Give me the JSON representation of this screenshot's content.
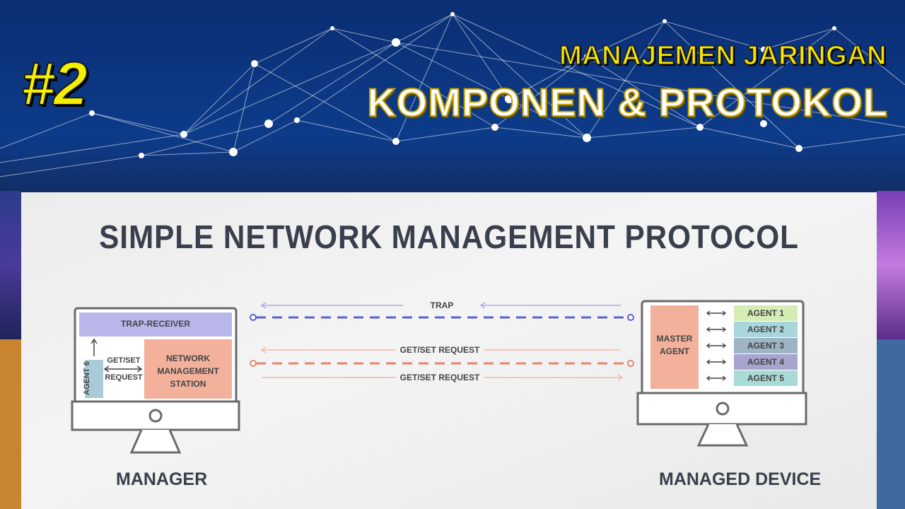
{
  "header": {
    "episode_badge": "#2",
    "title_line1": "MANAJEMEN JARINGAN",
    "title_line2": "KOMPONEN & PROTOKOL"
  },
  "diagram": {
    "title": "SIMPLE NETWORK MANAGEMENT PROTOCOL",
    "manager": {
      "label": "MANAGER",
      "trap_receiver": "TRAP-RECEIVER",
      "agent": "AGENT 6",
      "get_set_line1": "GET/SET",
      "get_set_line2": "REQUEST",
      "nms_line1": "NETWORK",
      "nms_line2": "MANAGEMENT",
      "nms_line3": "STATION"
    },
    "managed_device": {
      "label": "MANAGED DEVICE",
      "master_line1": "MASTER",
      "master_line2": "AGENT",
      "agents": [
        "AGENT 1",
        "AGENT 2",
        "AGENT 3",
        "AGENT 4",
        "AGENT 5"
      ]
    },
    "flows": {
      "trap": "TRAP",
      "request_top": "GET/SET REQUEST",
      "request_bottom": "GET/SET REQUEST"
    },
    "colors": {
      "trap_line": "#5a5fd6",
      "request_line": "#e8826a",
      "trap_receiver_fill": "#b9b6ea",
      "nms_fill": "#f3b19c",
      "agent_fill": "#a9cbd8",
      "agent_row_colors": [
        "#d5ecb4",
        "#a9d6dc",
        "#9db4c4",
        "#a7a5d0",
        "#a8dbd6"
      ]
    }
  }
}
